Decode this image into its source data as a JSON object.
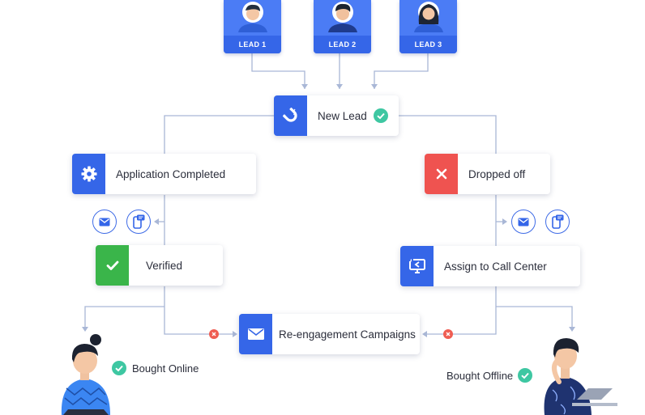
{
  "leads": [
    {
      "label": "LEAD 1",
      "avatar": "male-avatar-icon"
    },
    {
      "label": "LEAD 2",
      "avatar": "male-avatar-icon"
    },
    {
      "label": "LEAD 3",
      "avatar": "female-avatar-icon"
    }
  ],
  "nodes": {
    "new_lead": {
      "label": "New Lead",
      "icon": "magnet-icon",
      "status": "check-icon"
    },
    "application_completed": {
      "label": "Application Completed",
      "icon": "gear-icon"
    },
    "dropped_off": {
      "label": "Dropped off",
      "icon": "close-icon"
    },
    "verified": {
      "label": "Verified",
      "icon": "check-icon"
    },
    "assign_call_center": {
      "label": "Assign to Call Center",
      "icon": "monitor-icon"
    },
    "reengagement": {
      "label": "Re-engagement Campaigns",
      "icon": "envelope-icon"
    }
  },
  "channels": [
    "envelope-icon",
    "mobile-message-icon"
  ],
  "outcomes": {
    "online": {
      "label": "Bought Online",
      "icon": "check-icon"
    },
    "offline": {
      "label": "Bought Offline",
      "icon": "check-icon"
    }
  },
  "colors": {
    "blue": "#3566e8",
    "lead_card": "#4b7cf5",
    "red": "#ef5350",
    "green": "#3ab54a",
    "teal_check": "#3ec7a2",
    "connector": "#a9b7d6"
  }
}
